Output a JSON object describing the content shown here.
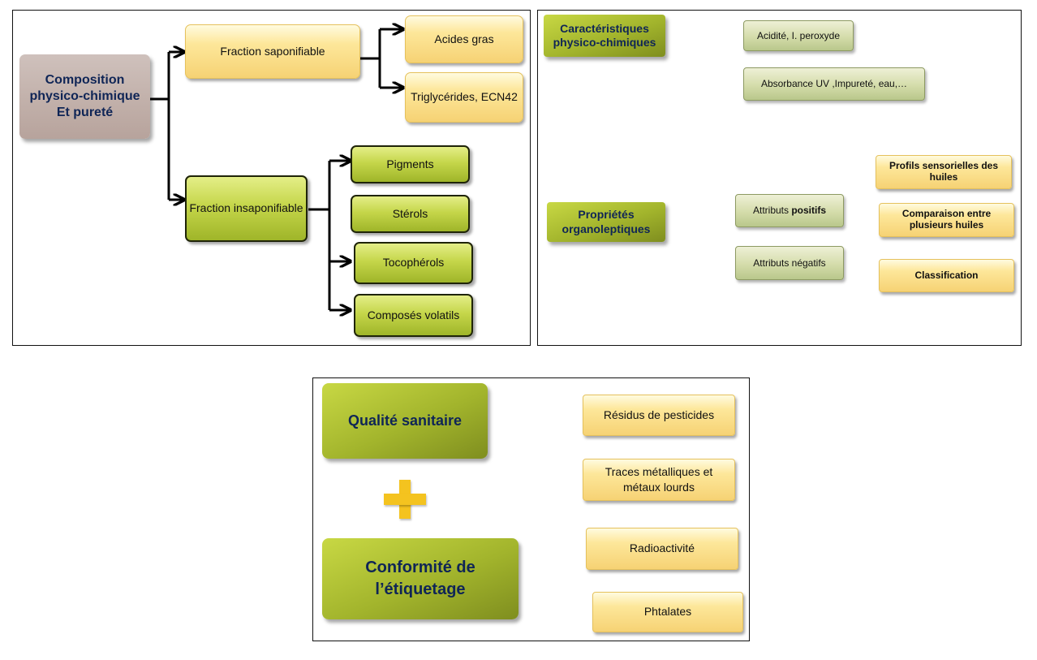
{
  "panel1": {
    "root": "Composition\nphysico-chimique\nEt pureté",
    "saponifiable": "Fraction saponifiable",
    "acides_gras": "Acides gras",
    "triglycerides": "Triglycérides, ECN42",
    "insaponifiable": "Fraction insaponifiable",
    "pigments": "Pigments",
    "sterols": "Stérols",
    "tocopherols": "Tocophérols",
    "volatils": "Composés volatils"
  },
  "panel2": {
    "caracteristiques": "Caractéristiques\nphysico-chimiques",
    "acidite": "Acidité, I. peroxyde",
    "absorbance": "Absorbance UV ,Impureté, eau,…",
    "proprietes": "Propriétés\norganoleptiques",
    "attributs_positifs_prefix": "Attributs ",
    "attributs_positifs_bold": "positifs",
    "attributs_negatifs": "Attributs négatifs",
    "profils": "Profils sensorielles des\nhuiles",
    "comparaison": "Comparaison entre\nplusieurs huiles",
    "classification": "Classification"
  },
  "panel3": {
    "qualite": "Qualité sanitaire",
    "plus": "+",
    "conformite": "Conformité de\nl’étiquetage",
    "residus": "Résidus de pesticides",
    "traces": "Traces métalliques et\nmétaux lourds",
    "radioactivite": "Radioactivité",
    "phtalates": "Phtalates"
  },
  "colors": {
    "navy": "#0f2556",
    "plus": "#f4c31f"
  }
}
